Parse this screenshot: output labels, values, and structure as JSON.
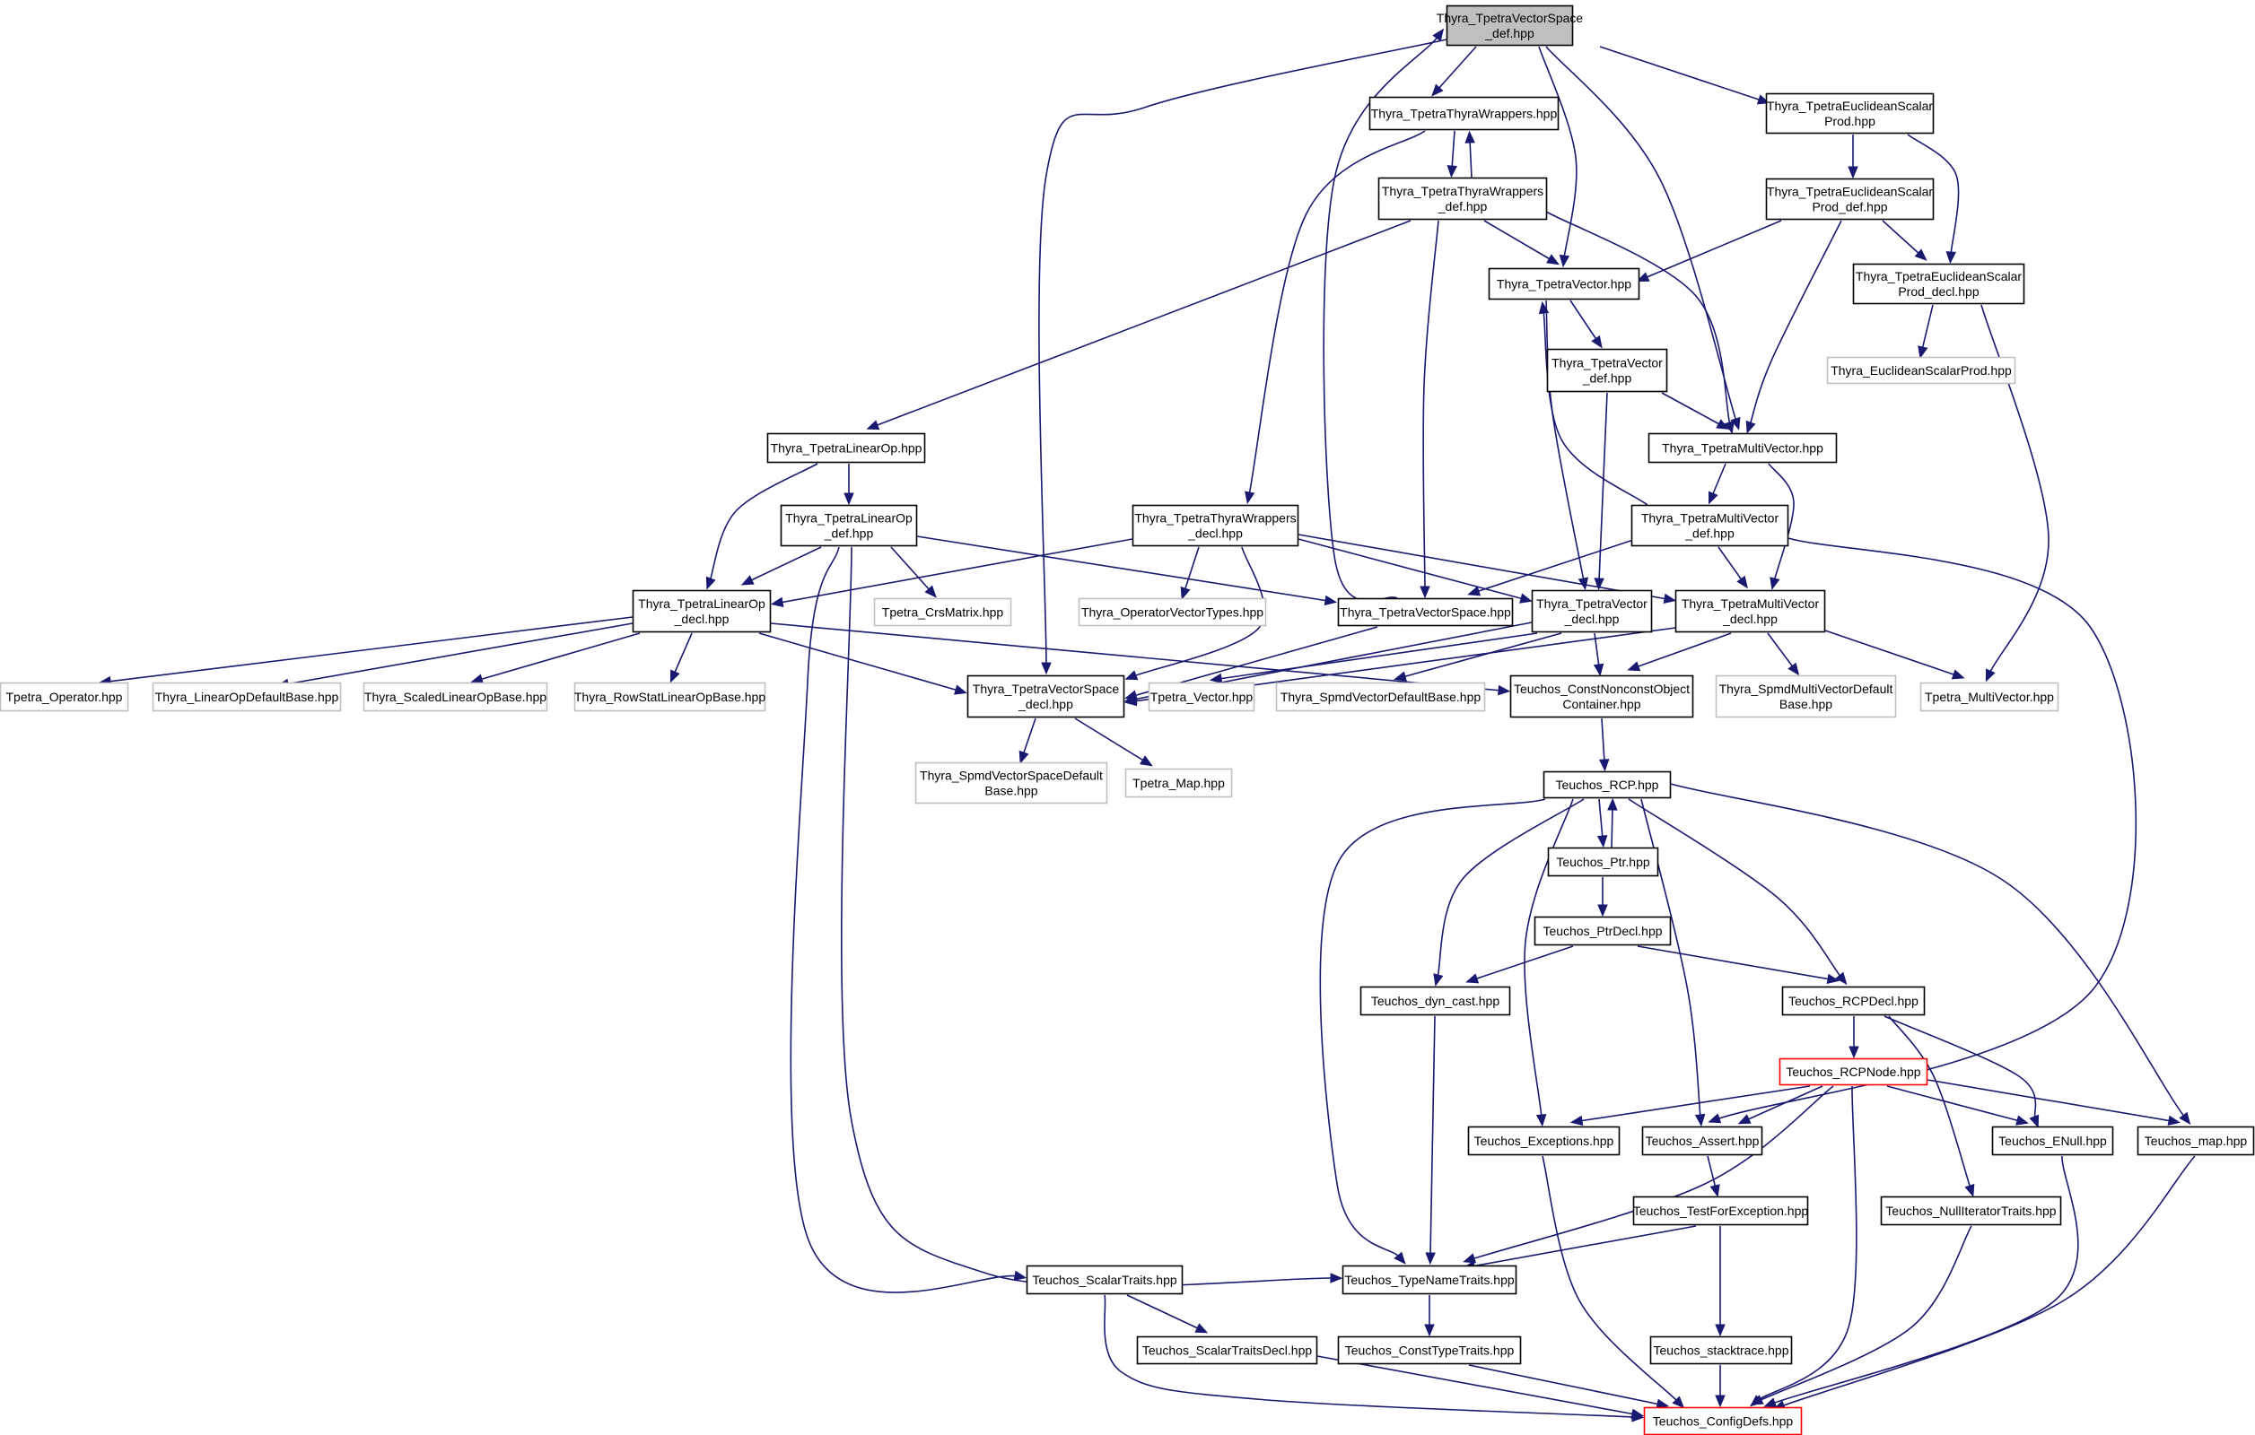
{
  "graph": {
    "colors": {
      "edge": "#191970",
      "main_fill": "#bfbfbf",
      "internal_border": "#000000",
      "external_border": "#bfbfbf",
      "truncated_border": "#ff0000"
    },
    "nodes": [
      {
        "id": "VSdef",
        "lines": [
          "Thyra_TpetraVectorSpace",
          "_def.hpp"
        ],
        "kind": "main"
      },
      {
        "id": "TTW",
        "lines": [
          "Thyra_TpetraThyraWrappers.hpp"
        ],
        "kind": "internal"
      },
      {
        "id": "TTWdef",
        "lines": [
          "Thyra_TpetraThyraWrappers",
          "_def.hpp"
        ],
        "kind": "internal"
      },
      {
        "id": "TESP",
        "lines": [
          "Thyra_TpetraEuclideanScalar",
          "Prod.hpp"
        ],
        "kind": "internal"
      },
      {
        "id": "TESPdef",
        "lines": [
          "Thyra_TpetraEuclideanScalar",
          "Prod_def.hpp"
        ],
        "kind": "internal"
      },
      {
        "id": "TESPdecl",
        "lines": [
          "Thyra_TpetraEuclideanScalar",
          "Prod_decl.hpp"
        ],
        "kind": "internal"
      },
      {
        "id": "ESP",
        "lines": [
          "Thyra_EuclideanScalarProd.hpp"
        ],
        "kind": "external"
      },
      {
        "id": "TV",
        "lines": [
          "Thyra_TpetraVector.hpp"
        ],
        "kind": "internal"
      },
      {
        "id": "TVdef",
        "lines": [
          "Thyra_TpetraVector",
          "_def.hpp"
        ],
        "kind": "internal"
      },
      {
        "id": "TMV",
        "lines": [
          "Thyra_TpetraMultiVector.hpp"
        ],
        "kind": "internal"
      },
      {
        "id": "TMVdef",
        "lines": [
          "Thyra_TpetraMultiVector",
          "_def.hpp"
        ],
        "kind": "internal"
      },
      {
        "id": "TLO",
        "lines": [
          "Thyra_TpetraLinearOp.hpp"
        ],
        "kind": "internal"
      },
      {
        "id": "TLOdef",
        "lines": [
          "Thyra_TpetraLinearOp",
          "_def.hpp"
        ],
        "kind": "internal"
      },
      {
        "id": "TTWdecl",
        "lines": [
          "Thyra_TpetraThyraWrappers",
          "_decl.hpp"
        ],
        "kind": "internal"
      },
      {
        "id": "Crs",
        "lines": [
          "Tpetra_CrsMatrix.hpp"
        ],
        "kind": "external"
      },
      {
        "id": "OVT",
        "lines": [
          "Thyra_OperatorVectorTypes.hpp"
        ],
        "kind": "external"
      },
      {
        "id": "TVS",
        "lines": [
          "Thyra_TpetraVectorSpace.hpp"
        ],
        "kind": "internal"
      },
      {
        "id": "TVdecl",
        "lines": [
          "Thyra_TpetraVector",
          "_decl.hpp"
        ],
        "kind": "internal"
      },
      {
        "id": "TMVdecl",
        "lines": [
          "Thyra_TpetraMultiVector",
          "_decl.hpp"
        ],
        "kind": "internal"
      },
      {
        "id": "TLOdecl",
        "lines": [
          "Thyra_TpetraLinearOp",
          "_decl.hpp"
        ],
        "kind": "internal"
      },
      {
        "id": "TpOp",
        "lines": [
          "Tpetra_Operator.hpp"
        ],
        "kind": "external"
      },
      {
        "id": "LODB",
        "lines": [
          "Thyra_LinearOpDefaultBase.hpp"
        ],
        "kind": "external"
      },
      {
        "id": "SLOB",
        "lines": [
          "Thyra_ScaledLinearOpBase.hpp"
        ],
        "kind": "external"
      },
      {
        "id": "RSLOB",
        "lines": [
          "Thyra_RowStatLinearOpBase.hpp"
        ],
        "kind": "external"
      },
      {
        "id": "TVSdecl",
        "lines": [
          "Thyra_TpetraVectorSpace",
          "_decl.hpp"
        ],
        "kind": "internal"
      },
      {
        "id": "TpVec",
        "lines": [
          "Tpetra_Vector.hpp"
        ],
        "kind": "external"
      },
      {
        "id": "SVDB",
        "lines": [
          "Thyra_SpmdVectorDefaultBase.hpp"
        ],
        "kind": "external"
      },
      {
        "id": "CNOC",
        "lines": [
          "Teuchos_ConstNonconstObject",
          "Container.hpp"
        ],
        "kind": "internal"
      },
      {
        "id": "SMVDB",
        "lines": [
          "Thyra_SpmdMultiVectorDefault",
          "Base.hpp"
        ],
        "kind": "external"
      },
      {
        "id": "TpMV",
        "lines": [
          "Tpetra_MultiVector.hpp"
        ],
        "kind": "external"
      },
      {
        "id": "SVSDB",
        "lines": [
          "Thyra_SpmdVectorSpaceDefault",
          "Base.hpp"
        ],
        "kind": "external"
      },
      {
        "id": "TpMap",
        "lines": [
          "Tpetra_Map.hpp"
        ],
        "kind": "external"
      },
      {
        "id": "RCP",
        "lines": [
          "Teuchos_RCP.hpp"
        ],
        "kind": "internal"
      },
      {
        "id": "Ptr",
        "lines": [
          "Teuchos_Ptr.hpp"
        ],
        "kind": "internal"
      },
      {
        "id": "PtrDecl",
        "lines": [
          "Teuchos_PtrDecl.hpp"
        ],
        "kind": "internal"
      },
      {
        "id": "DynCast",
        "lines": [
          "Teuchos_dyn_cast.hpp"
        ],
        "kind": "internal"
      },
      {
        "id": "RCPDecl",
        "lines": [
          "Teuchos_RCPDecl.hpp"
        ],
        "kind": "internal"
      },
      {
        "id": "RCPNode",
        "lines": [
          "Teuchos_RCPNode.hpp"
        ],
        "kind": "truncated"
      },
      {
        "id": "Exc",
        "lines": [
          "Teuchos_Exceptions.hpp"
        ],
        "kind": "internal"
      },
      {
        "id": "Assert",
        "lines": [
          "Teuchos_Assert.hpp"
        ],
        "kind": "internal"
      },
      {
        "id": "ENull",
        "lines": [
          "Teuchos_ENull.hpp"
        ],
        "kind": "internal"
      },
      {
        "id": "Map",
        "lines": [
          "Teuchos_map.hpp"
        ],
        "kind": "internal"
      },
      {
        "id": "TFE",
        "lines": [
          "Teuchos_TestForException.hpp"
        ],
        "kind": "internal"
      },
      {
        "id": "NIT",
        "lines": [
          "Teuchos_NullIteratorTraits.hpp"
        ],
        "kind": "internal"
      },
      {
        "id": "TNT",
        "lines": [
          "Teuchos_TypeNameTraits.hpp"
        ],
        "kind": "internal"
      },
      {
        "id": "ST",
        "lines": [
          "Teuchos_ScalarTraits.hpp"
        ],
        "kind": "internal"
      },
      {
        "id": "STD",
        "lines": [
          "Teuchos_ScalarTraitsDecl.hpp"
        ],
        "kind": "internal"
      },
      {
        "id": "CTT",
        "lines": [
          "Teuchos_ConstTypeTraits.hpp"
        ],
        "kind": "internal"
      },
      {
        "id": "Stack",
        "lines": [
          "Teuchos_stacktrace.hpp"
        ],
        "kind": "internal"
      },
      {
        "id": "CD",
        "lines": [
          "Teuchos_ConfigDefs.hpp"
        ],
        "kind": "truncated"
      }
    ],
    "edges": [
      [
        "VSdef",
        "TTW"
      ],
      [
        "VSdef",
        "TESP"
      ],
      [
        "VSdef",
        "TV"
      ],
      [
        "VSdef",
        "TMV"
      ],
      [
        "VSdef",
        "TVSdecl"
      ],
      [
        "TTW",
        "TTWdef"
      ],
      [
        "TTW",
        "TTWdecl"
      ],
      [
        "TTWdef",
        "TTW"
      ],
      [
        "TTWdef",
        "TV"
      ],
      [
        "TTWdef",
        "TMV"
      ],
      [
        "TTWdef",
        "TLO"
      ],
      [
        "TTWdef",
        "TVS"
      ],
      [
        "TESP",
        "TESPdef"
      ],
      [
        "TESP",
        "TESPdecl"
      ],
      [
        "TESPdef",
        "TESPdecl"
      ],
      [
        "TESPdef",
        "TV"
      ],
      [
        "TESPdef",
        "TMV"
      ],
      [
        "TESPdecl",
        "ESP"
      ],
      [
        "TESPdecl",
        "TpMV"
      ],
      [
        "TV",
        "TVdef"
      ],
      [
        "TV",
        "TVdecl"
      ],
      [
        "TVdef",
        "TMV"
      ],
      [
        "TVdef",
        "TVdecl"
      ],
      [
        "TMV",
        "TMVdef"
      ],
      [
        "TMV",
        "TMVdecl"
      ],
      [
        "TMVdef",
        "TV"
      ],
      [
        "TMVdef",
        "TMVdecl"
      ],
      [
        "TMVdef",
        "TVS"
      ],
      [
        "TMVdef",
        "Assert"
      ],
      [
        "TLO",
        "TLOdef"
      ],
      [
        "TLO",
        "TLOdecl"
      ],
      [
        "TLOdef",
        "TLOdecl"
      ],
      [
        "TLOdef",
        "Crs"
      ],
      [
        "TLOdef",
        "TVS"
      ],
      [
        "TLOdef",
        "ST"
      ],
      [
        "TLOdef",
        "TNT"
      ],
      [
        "TTWdecl",
        "TLOdecl"
      ],
      [
        "TTWdecl",
        "OVT"
      ],
      [
        "TTWdecl",
        "TVSdecl"
      ],
      [
        "TTWdecl",
        "TVdecl"
      ],
      [
        "TTWdecl",
        "TMVdecl"
      ],
      [
        "TVS",
        "VSdef"
      ],
      [
        "TVS",
        "TVSdecl"
      ],
      [
        "TVdecl",
        "TVSdecl"
      ],
      [
        "TVdecl",
        "TpVec"
      ],
      [
        "TVdecl",
        "SVDB"
      ],
      [
        "TVdecl",
        "CNOC"
      ],
      [
        "TMVdecl",
        "TVSdecl"
      ],
      [
        "TMVdecl",
        "SMVDB"
      ],
      [
        "TMVdecl",
        "TpMV"
      ],
      [
        "TMVdecl",
        "CNOC"
      ],
      [
        "TLOdecl",
        "TpOp"
      ],
      [
        "TLOdecl",
        "LODB"
      ],
      [
        "TLOdecl",
        "SLOB"
      ],
      [
        "TLOdecl",
        "RSLOB"
      ],
      [
        "TLOdecl",
        "TVSdecl"
      ],
      [
        "TLOdecl",
        "CNOC"
      ],
      [
        "TVSdecl",
        "SVSDB"
      ],
      [
        "TVSdecl",
        "TpMap"
      ],
      [
        "CNOC",
        "RCP"
      ],
      [
        "RCP",
        "Ptr"
      ],
      [
        "RCP",
        "DynCast"
      ],
      [
        "RCP",
        "RCPDecl"
      ],
      [
        "RCP",
        "Exc"
      ],
      [
        "RCP",
        "Assert"
      ],
      [
        "RCP",
        "Map"
      ],
      [
        "RCP",
        "TNT"
      ],
      [
        "Ptr",
        "RCP"
      ],
      [
        "Ptr",
        "PtrDecl"
      ],
      [
        "PtrDecl",
        "DynCast"
      ],
      [
        "PtrDecl",
        "RCPDecl"
      ],
      [
        "DynCast",
        "TNT"
      ],
      [
        "RCPDecl",
        "RCPNode"
      ],
      [
        "RCPDecl",
        "ENull"
      ],
      [
        "RCPDecl",
        "NIT"
      ],
      [
        "RCPNode",
        "Exc"
      ],
      [
        "RCPNode",
        "Assert"
      ],
      [
        "RCPNode",
        "ENull"
      ],
      [
        "RCPNode",
        "Map"
      ],
      [
        "RCPNode",
        "TNT"
      ],
      [
        "RCPNode",
        "CD"
      ],
      [
        "Exc",
        "CD"
      ],
      [
        "Assert",
        "TFE"
      ],
      [
        "ENull",
        "CD"
      ],
      [
        "Map",
        "CD"
      ],
      [
        "TFE",
        "TNT"
      ],
      [
        "TFE",
        "Stack"
      ],
      [
        "NIT",
        "CD"
      ],
      [
        "TNT",
        "CTT"
      ],
      [
        "ST",
        "STD"
      ],
      [
        "ST",
        "CD"
      ],
      [
        "STD",
        "CD"
      ],
      [
        "CTT",
        "CD"
      ],
      [
        "Stack",
        "CD"
      ]
    ]
  }
}
